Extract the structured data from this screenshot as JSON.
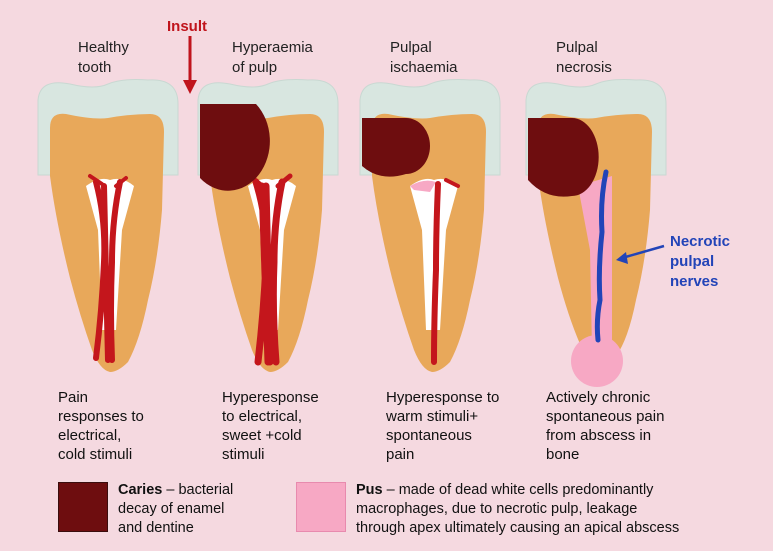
{
  "stages": [
    {
      "title": "Healthy\ntooth",
      "description": "Pain\nresponses to\nelectrical,\ncold stimuli"
    },
    {
      "title": "Hyperaemia\nof pulp",
      "description": "Hyperesponse\nto electrical,\nsweet +cold\nstimuli"
    },
    {
      "title": "Pulpal\nischaemia",
      "description": "Hyperesponse to\nwarm stimuli+\nspontaneous\npain"
    },
    {
      "title": "Pulpal\nnecrosis",
      "description": "Actively chronic\nspontaneous pain\nfrom abscess in\nbone"
    }
  ],
  "insult_label": "Insult",
  "necrotic_label": "Necrotic\npulpal\nnerves",
  "legend": {
    "caries": {
      "term": "Caries",
      "text": " – bacterial\ndecay of enamel\nand dentine",
      "color": "#6e0d0f"
    },
    "pus": {
      "term": "Pus",
      "text": " – made of dead white cells predominantly\nmacrophages, due to necrotic pulp, leakage\nthrough apex ultimately causing an apical abscess",
      "color": "#f7a8c4"
    }
  },
  "colors": {
    "background": "#f5d9e0",
    "enamel": "#d8e6e0",
    "dentine": "#e8a85a",
    "pulp_vessel": "#c4161c",
    "caries": "#6e0d0f",
    "pus": "#f7a8c4",
    "nerve": "#2244b8",
    "insult": "#c0141c"
  }
}
